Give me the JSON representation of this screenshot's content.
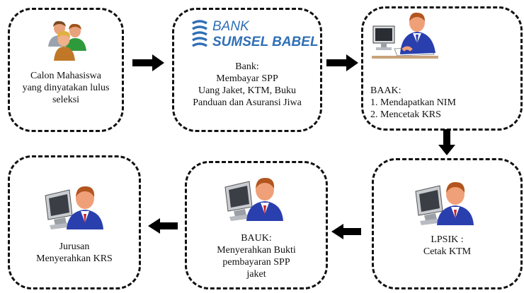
{
  "steps": [
    {
      "id": "calon",
      "lines": [
        "Calon Mahasiswa",
        "yang dinyatakan lulus",
        "seleksi"
      ],
      "icon": "people-group-icon"
    },
    {
      "id": "bank",
      "logo": {
        "line1": "BANK",
        "line2": "SUMSEL BABEL",
        "color": "#2f6fb6"
      },
      "lines": [
        "Bank:",
        "Membayar SPP",
        "Uang Jaket, KTM, Buku",
        "Panduan dan Asuransi Jiwa"
      ]
    },
    {
      "id": "baak",
      "lines": [
        "BAAK:",
        "1. Mendapatkan NIM",
        "2. Mencetak KRS"
      ],
      "icon": "office-worker-desk-icon"
    },
    {
      "id": "lpsik",
      "lines": [
        "LPSIK :",
        "Cetak KTM"
      ],
      "icon": "computer-user-icon"
    },
    {
      "id": "bauk",
      "lines": [
        "BAUK:",
        "Menyerahkan Bukti",
        "pembayaran SPP",
        "jaket"
      ],
      "icon": "computer-user-icon"
    },
    {
      "id": "jurusan",
      "lines": [
        "Jurusan",
        "Menyerahkan KRS"
      ],
      "icon": "computer-user-icon"
    }
  ],
  "flow": [
    "calon",
    "bank",
    "baak",
    "lpsik",
    "bauk",
    "jurusan"
  ],
  "colors": {
    "border": "#111111",
    "arrow": "#000000",
    "logo_blue": "#2f6fb6",
    "shirt_blue": "#2a3fae",
    "skin": "#f0a078",
    "hair": "#b2551f"
  }
}
